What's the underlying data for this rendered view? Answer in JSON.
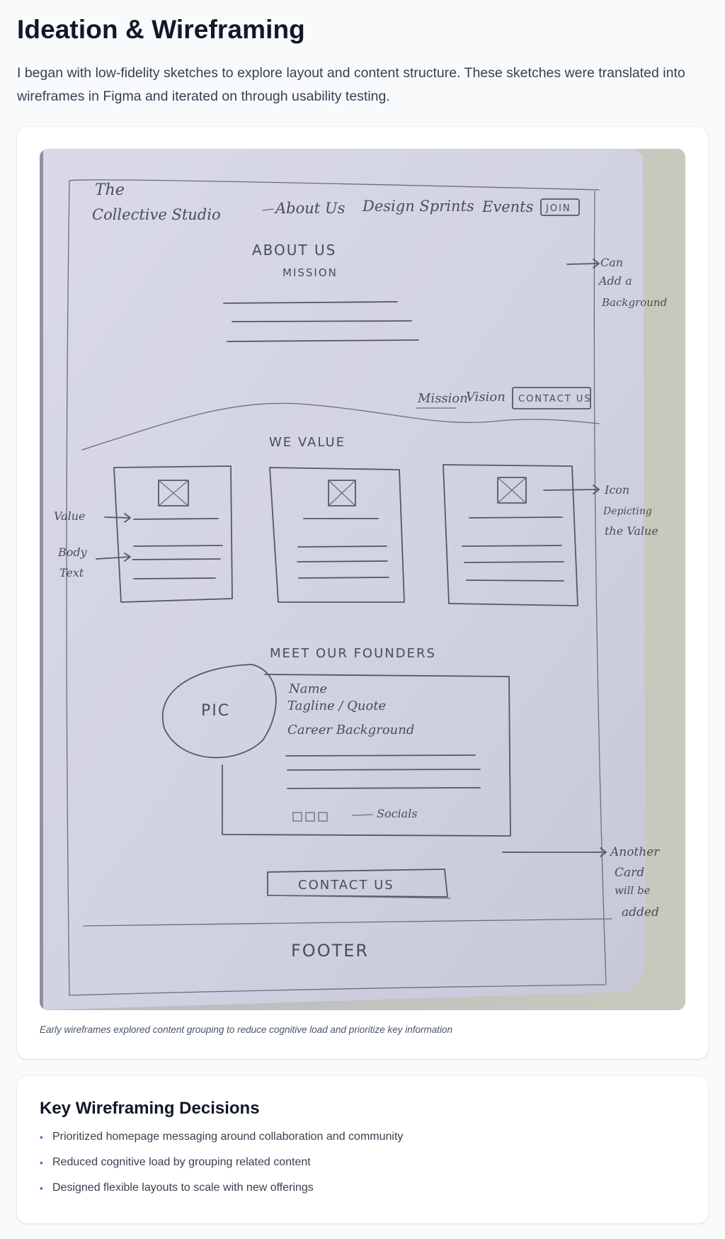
{
  "section": {
    "title": "Ideation & Wireframing",
    "intro": "I began with low-fidelity sketches to explore layout and content structure. These sketches were translated into wireframes in Figma and iterated on through usability testing."
  },
  "sketch": {
    "caption": "Early wireframes explored content grouping to reduce cognitive load and prioritize key information",
    "labels": {
      "brand_line1": "The",
      "brand_line2": "Collective Studio",
      "nav_about": "About Us",
      "nav_design": "Design Sprints",
      "nav_events": "Events",
      "nav_join": "JOIN",
      "about_heading": "ABOUT US",
      "mission_heading": "MISSION",
      "note_bg_1": "Can",
      "note_bg_2": "Add a",
      "note_bg_3": "Background",
      "tab_mission": "Mission",
      "tab_vision": "Vision",
      "contact_small": "CONTACT US",
      "we_value": "WE VALUE",
      "note_value": "Value",
      "note_body_1": "Body",
      "note_body_2": "Text",
      "note_icon_1": "Icon",
      "note_icon_2": "Depicting",
      "note_icon_3": "the Value",
      "founders_heading": "MEET OUR FOUNDERS",
      "pic": "PIC",
      "founder_name": "Name",
      "founder_tagline": "Tagline / Quote",
      "founder_career": "Career Background",
      "socials": "Socials",
      "note_card_1": "Another",
      "note_card_2": "Card",
      "note_card_3": "will be",
      "note_card_4": "added",
      "contact_big": "CONTACT US",
      "footer": "FOOTER"
    }
  },
  "decisions": {
    "title": "Key Wireframing Decisions",
    "items": [
      "Prioritized homepage messaging around collaboration and community",
      "Reduced cognitive load by grouping related content",
      "Designed flexible layouts to scale with new offerings"
    ]
  }
}
